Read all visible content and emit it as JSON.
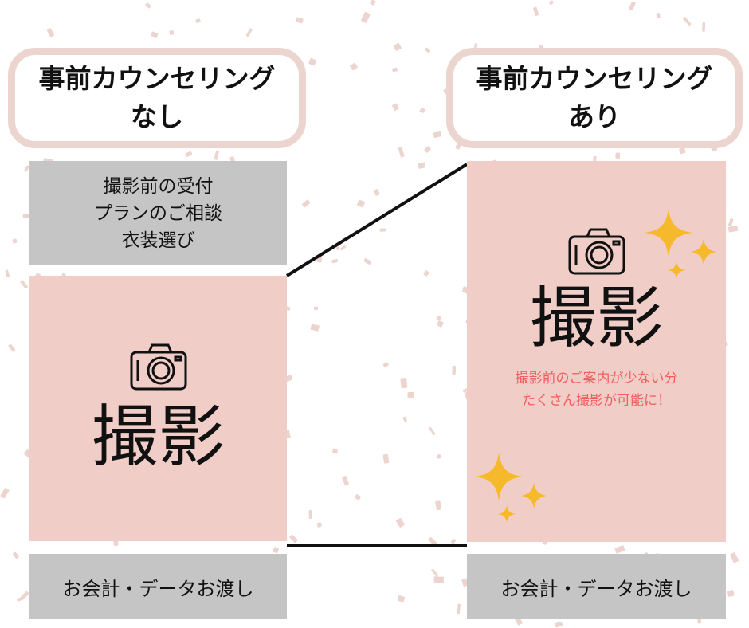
{
  "left": {
    "header_lines": [
      "事前カウンセリング",
      "なし"
    ],
    "pre_steps": [
      "撮影前の受付",
      "プランのご相談",
      "衣装選び"
    ],
    "shoot_label": "撮影",
    "footer_label": "お会計・データお渡し"
  },
  "right": {
    "header_lines": [
      "事前カウンセリング",
      "あり"
    ],
    "shoot_label": "撮影",
    "note_lines": [
      "撮影前のご案内が少ない分",
      "たくさん撮影が可能に！"
    ],
    "footer_label": "お会計・データお渡し"
  },
  "colors": {
    "header_border": "#ecd4cf",
    "gray_block": "#c5c5c5",
    "pink_block": "#f1cdc8",
    "note_text": "#ef5f5f",
    "sparkle": "#f7b92c",
    "confetti": "#ecd4cf"
  },
  "icons": [
    "camera-icon",
    "sparkle-icon"
  ]
}
